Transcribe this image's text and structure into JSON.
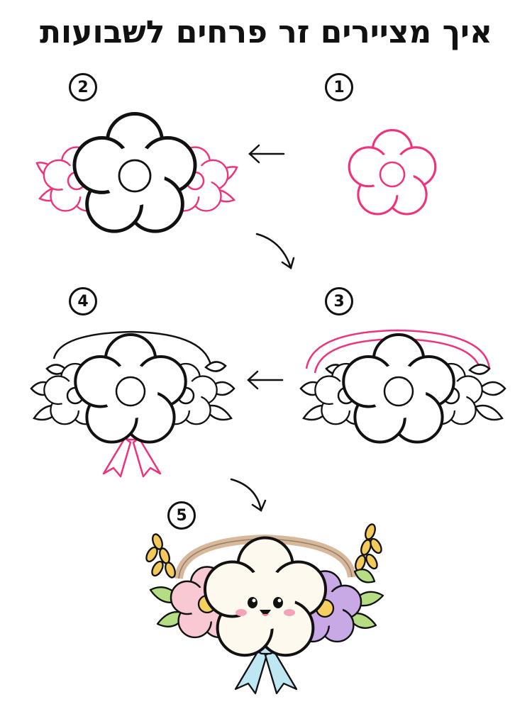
{
  "title": "איך מציירים זר פרחים לשבועות",
  "steps": [
    {
      "number": "1"
    },
    {
      "number": "2"
    },
    {
      "number": "3"
    },
    {
      "number": "4"
    },
    {
      "number": "5"
    }
  ],
  "colors": {
    "new_line": "#f0317c",
    "outline": "#111111",
    "band": "#d8b89a",
    "pink_petal": "#f8c9d2",
    "white_petal": "#fdf9ee",
    "purple_petal": "#c9a8e6",
    "blue_bow": "#bfe6f3",
    "leaf": "#b6dc84",
    "wheat": "#f2c95a",
    "center": "#f5cf60"
  },
  "icons": [
    "arrow-left-icon",
    "curved-arrow-down-icon"
  ]
}
